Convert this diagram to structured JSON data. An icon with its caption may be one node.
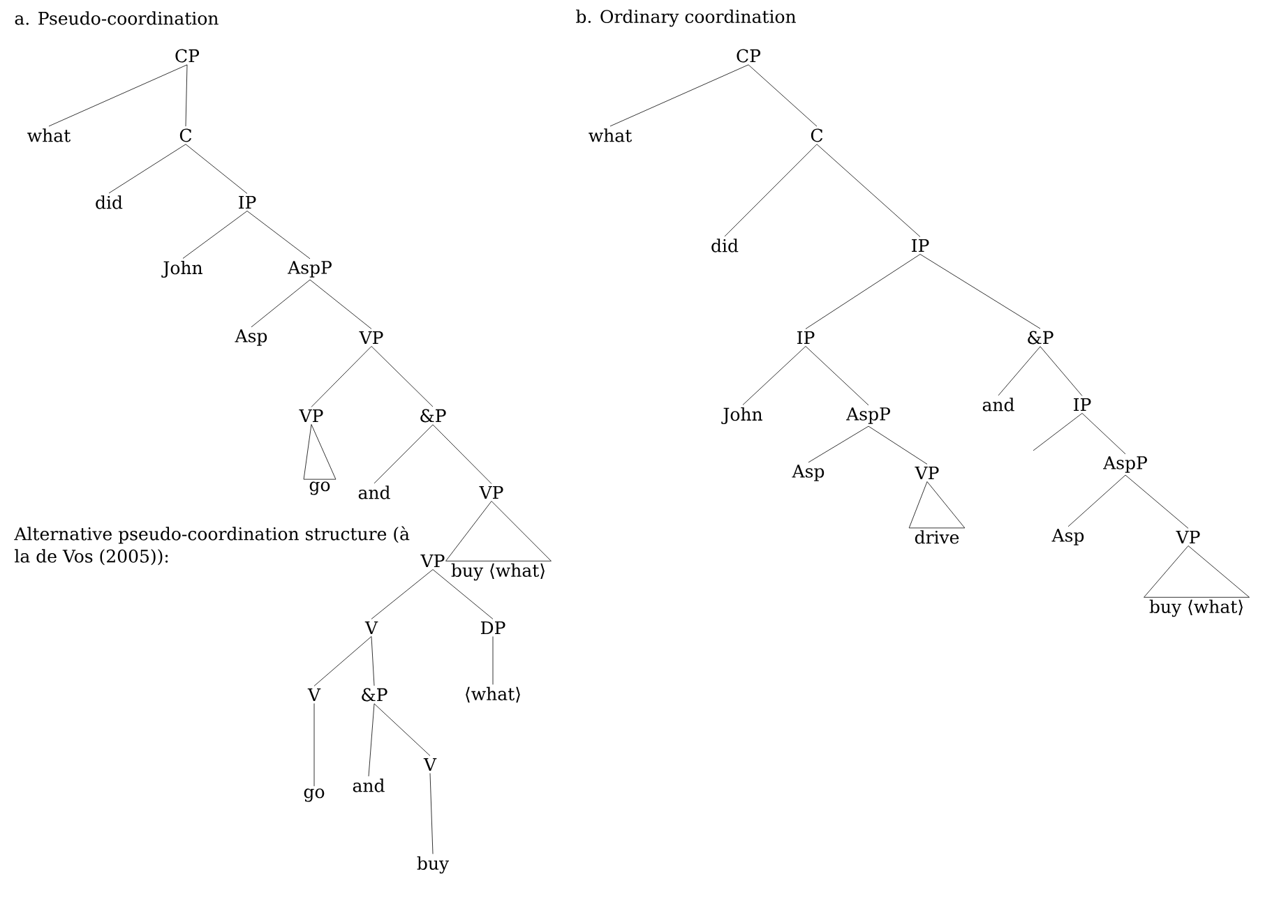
{
  "diagram": {
    "nodes": [
      {
        "text": [
          "CP"
        ]
      },
      {
        "text": [
          "what"
        ]
      },
      {
        "text": [
          "C"
        ]
      },
      {
        "text": [
          "did"
        ]
      },
      {
        "text": [
          "IP"
        ]
      },
      {
        "text": [
          "John"
        ]
      },
      {
        "text": [
          "AspP"
        ]
      },
      {
        "text": [
          "Asp"
        ]
      },
      {
        "text": [
          "VP"
        ]
      },
      {
        "text": [
          "VP"
        ]
      },
      {
        "text": [
          "&P"
        ]
      },
      {
        "text": [
          "go"
        ]
      },
      {
        "text": [
          "and"
        ]
      },
      {
        "text": [
          "VP"
        ]
      },
      {
        "text": [
          "buy ⟨what⟩"
        ]
      },
      {
        "text": [
          "CP"
        ]
      },
      {
        "text": [
          "what"
        ]
      },
      {
        "text": [
          "C"
        ]
      },
      {
        "text": [
          "did"
        ]
      },
      {
        "text": [
          "IP"
        ]
      },
      {
        "text": [
          "IP"
        ]
      },
      {
        "text": [
          "&P"
        ]
      },
      {
        "text": [
          "John"
        ]
      },
      {
        "text": [
          "AspP"
        ]
      },
      {
        "text": [
          "and"
        ]
      },
      {
        "text": [
          "IP"
        ]
      },
      {
        "text": [
          "Asp"
        ]
      },
      {
        "text": [
          "VP"
        ]
      },
      {
        "text": [
          "drive"
        ]
      },
      {
        "text": [
          "AspP"
        ]
      },
      {
        "text": [
          "Asp"
        ]
      },
      {
        "text": [
          "VP"
        ]
      },
      {
        "text": [
          "buy ⟨what⟩"
        ]
      },
      {
        "text": [
          "VP"
        ]
      },
      {
        "text": [
          "V"
        ]
      },
      {
        "text": [
          "DP"
        ]
      },
      {
        "text": [
          "V"
        ]
      },
      {
        "text": [
          "&P"
        ]
      },
      {
        "text": [
          "⟨what⟩"
        ]
      },
      {
        "text": [
          "go"
        ]
      },
      {
        "text": [
          "and"
        ]
      },
      {
        "text": [
          "V"
        ]
      },
      {
        "text": [
          "buy"
        ]
      }
    ],
    "edges": [
      {
        "from": 0,
        "to": 1,
        "arrow": "none"
      },
      {
        "from": 0,
        "to": 2,
        "arrow": "none"
      },
      {
        "from": 2,
        "to": 3,
        "arrow": "none"
      },
      {
        "from": 2,
        "to": 4,
        "arrow": "none"
      },
      {
        "from": 4,
        "to": 5,
        "arrow": "none"
      },
      {
        "from": 4,
        "to": 6,
        "arrow": "none"
      },
      {
        "from": 6,
        "to": 7,
        "arrow": "none"
      },
      {
        "from": 6,
        "to": 8,
        "arrow": "none"
      },
      {
        "from": 8,
        "to": 9,
        "arrow": "none"
      },
      {
        "from": 8,
        "to": 10,
        "arrow": "none"
      },
      {
        "from": 9,
        "to": 11,
        "arrow": "none"
      },
      {
        "from": 10,
        "to": 12,
        "arrow": "none"
      },
      {
        "from": 10,
        "to": 13,
        "arrow": "none"
      },
      {
        "from": 13,
        "to": 14,
        "arrow": "none"
      },
      {
        "from": 15,
        "to": 16,
        "arrow": "none"
      },
      {
        "from": 15,
        "to": 17,
        "arrow": "none"
      },
      {
        "from": 17,
        "to": 18,
        "arrow": "none"
      },
      {
        "from": 17,
        "to": 19,
        "arrow": "none"
      },
      {
        "from": 19,
        "to": 20,
        "arrow": "none"
      },
      {
        "from": 19,
        "to": 21,
        "arrow": "none"
      },
      {
        "from": 20,
        "to": 22,
        "arrow": "none"
      },
      {
        "from": 20,
        "to": 23,
        "arrow": "none"
      },
      {
        "from": 21,
        "to": 24,
        "arrow": "none"
      },
      {
        "from": 21,
        "to": 25,
        "arrow": "none"
      },
      {
        "from": 25,
        "to": null,
        "arrow": "none"
      },
      {
        "from": 25,
        "to": 29,
        "arrow": "none"
      },
      {
        "from": 23,
        "to": 26,
        "arrow": "none"
      },
      {
        "from": 23,
        "to": 27,
        "arrow": "none"
      },
      {
        "from": 27,
        "to": 28,
        "arrow": "none"
      },
      {
        "from": 29,
        "to": 30,
        "arrow": "none"
      },
      {
        "from": 29,
        "to": 31,
        "arrow": "none"
      },
      {
        "from": 31,
        "to": 32,
        "arrow": "none"
      },
      {
        "from": 33,
        "to": 34,
        "arrow": "none"
      },
      {
        "from": 33,
        "to": 35,
        "arrow": "none"
      },
      {
        "from": 34,
        "to": 36,
        "arrow": "none"
      },
      {
        "from": 34,
        "to": 37,
        "arrow": "none"
      },
      {
        "from": 35,
        "to": 38,
        "arrow": "none"
      },
      {
        "from": 36,
        "to": 39,
        "arrow": "none"
      },
      {
        "from": 37,
        "to": 40,
        "arrow": "none"
      },
      {
        "from": 37,
        "to": 41,
        "arrow": "none"
      },
      {
        "from": 41,
        "to": 42,
        "arrow": "none"
      }
    ],
    "labels": [
      "a. Pseudo-coordination",
      "b. Ordinary coordination",
      "Alternative pseudo-coordination structure (à la de Vos (2005)):"
    ]
  }
}
